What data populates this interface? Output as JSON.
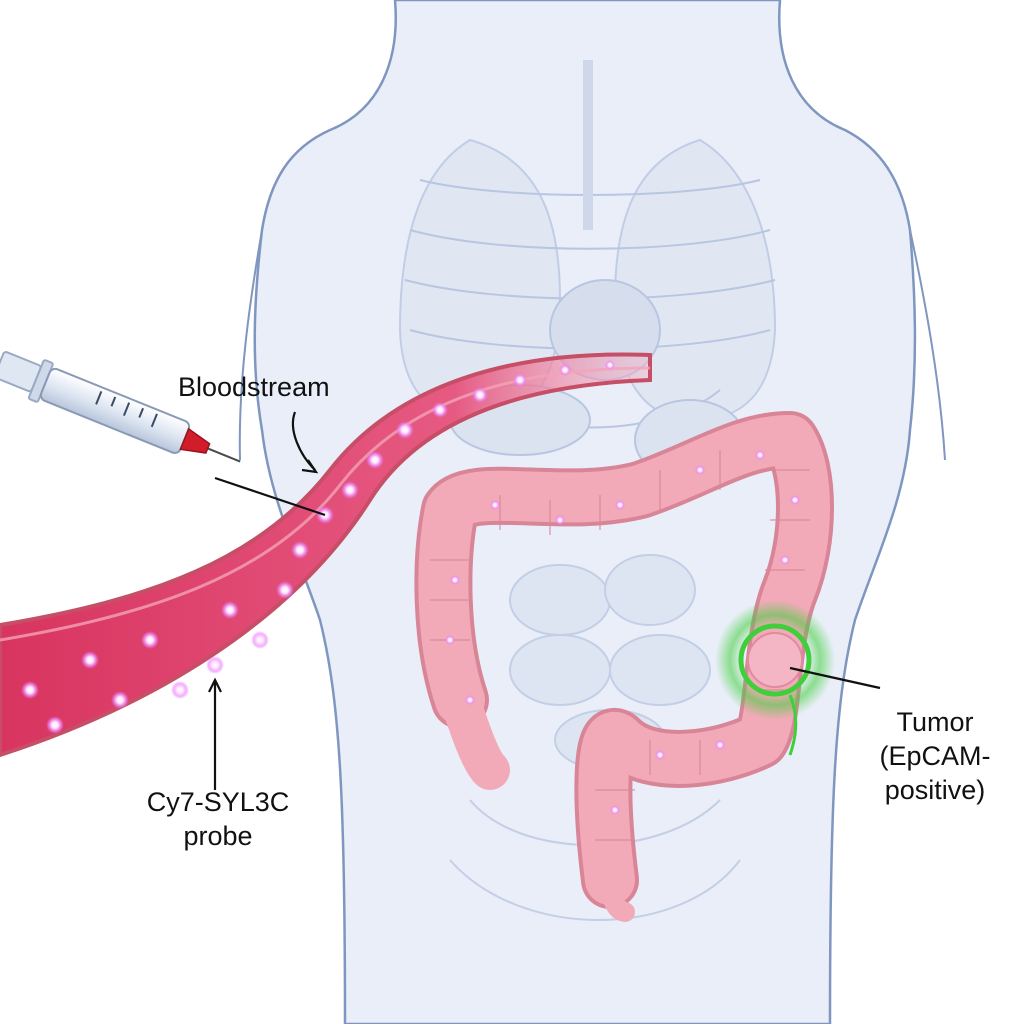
{
  "labels": {
    "bloodstream": "Bloodstream",
    "probe_line1": "Cy7-SYL3C",
    "probe_line2": "probe",
    "tumor_line1": "Tumor",
    "tumor_line2": "(EpCAM-",
    "tumor_line3": "positive)"
  },
  "colors": {
    "background": "#ffffff",
    "body_outline": "#7f97c0",
    "body_fill": "#e9eef8",
    "organ_outline": "#b8c6e2",
    "vessel_wall": "#c64e66",
    "vessel_lumen": "#e2557e",
    "probe_glow": "#f08cff",
    "colon_fill": "#f2aab8",
    "colon_outline": "#d98598",
    "tumor_glow": "#3fcf3a",
    "syringe_needle": "#d11c2a"
  },
  "icons": [
    "syringe-icon",
    "blood-vessel",
    "colon",
    "tumor"
  ]
}
